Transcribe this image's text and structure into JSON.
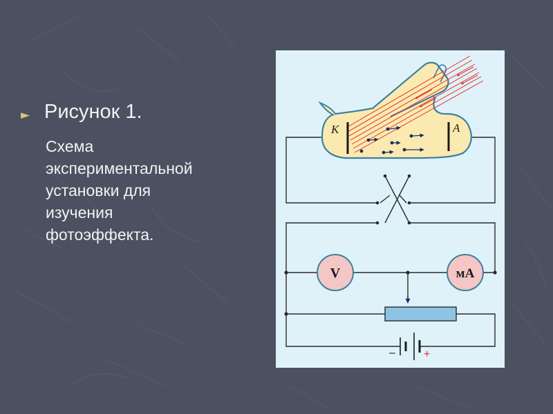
{
  "slide": {
    "bullet_icon": "triangle-bullet-icon",
    "title": "Рисунок 1.",
    "body_lines": [
      "Схема",
      "экспериментальной",
      "установки для",
      "изучения",
      "фотоэффекта."
    ]
  },
  "figure": {
    "cathode_label": "K",
    "anode_label": "A",
    "voltmeter_label": "V",
    "milliammeter_label": "мА",
    "battery_minus": "–",
    "battery_plus": "+"
  },
  "colors": {
    "background": "#4b5160",
    "figure_background": "#dff2f9",
    "wire": "#2a2a2a",
    "light_beam": "#e0322a",
    "tube_fill": "#fbeab0",
    "tube_outline": "#3b7fa3",
    "meter_fill": "#f5c6c6",
    "rheostat_fill": "#8fc3e4",
    "bullet": "#d9c77a"
  }
}
